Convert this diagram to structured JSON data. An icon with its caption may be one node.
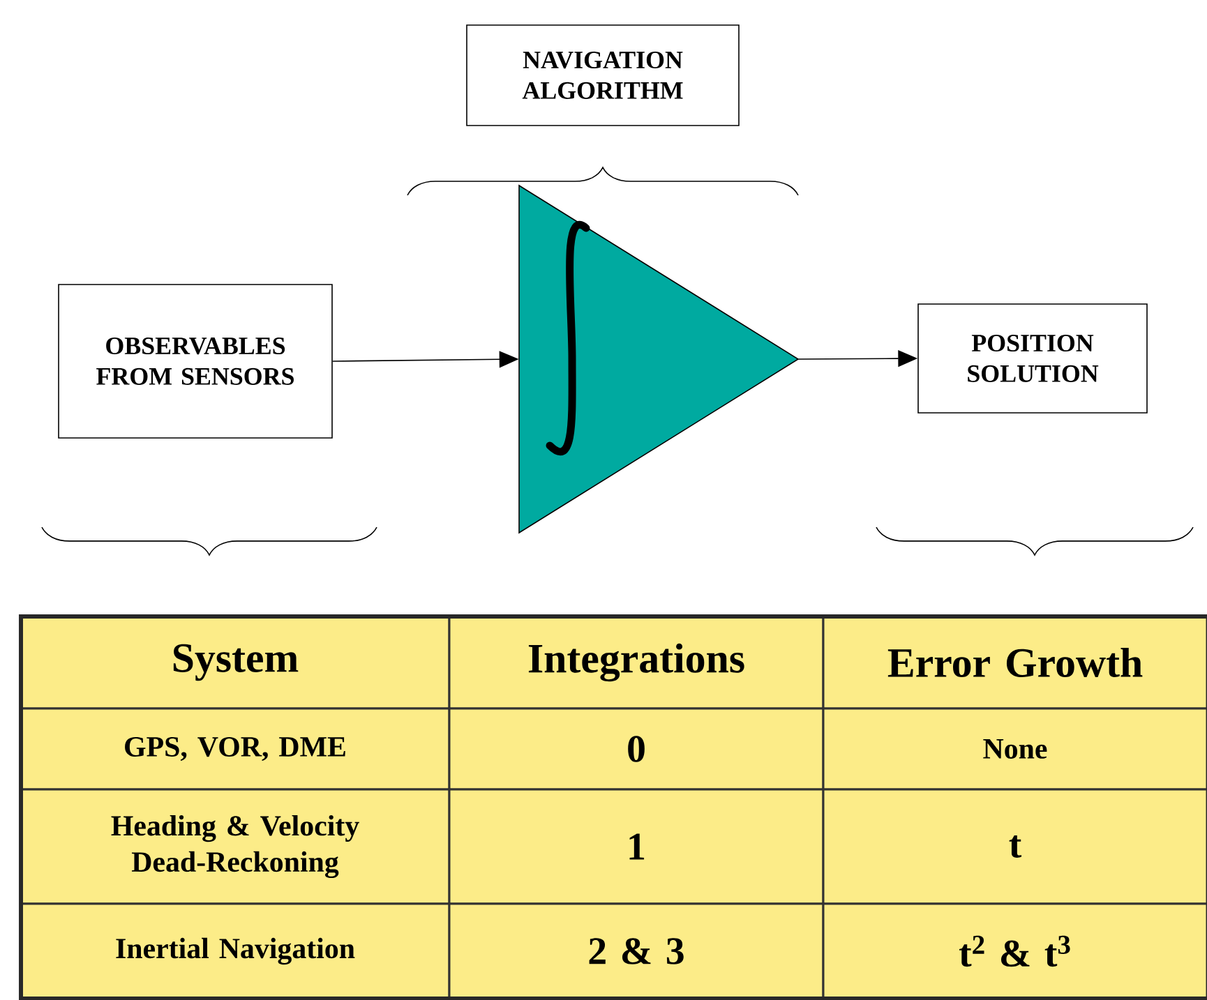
{
  "diagram": {
    "nodes": [
      {
        "text": [
          "NAVIGATION ALGORITHM"
        ]
      },
      {
        "text": [
          "OBSERVABLES FROM SENSORS"
        ]
      },
      {
        "text": [],
        "shape": "triangle"
      },
      {
        "text": [
          "POSITION SOLUTION"
        ]
      }
    ],
    "edges": [
      {
        "from": 1,
        "to": 2,
        "arrow": "to"
      },
      {
        "from": 2,
        "to": 3,
        "arrow": "to"
      }
    ],
    "labels": [
      "System",
      "Integrations",
      "Error Growth",
      "GPS, VOR, DME",
      "0",
      "None",
      "Heading & Velocity Dead-Reckoning",
      "1",
      "t",
      "Inertial Navigation",
      "2 & 3",
      "t$^{2}$ & t$^{3}$"
    ]
  }
}
